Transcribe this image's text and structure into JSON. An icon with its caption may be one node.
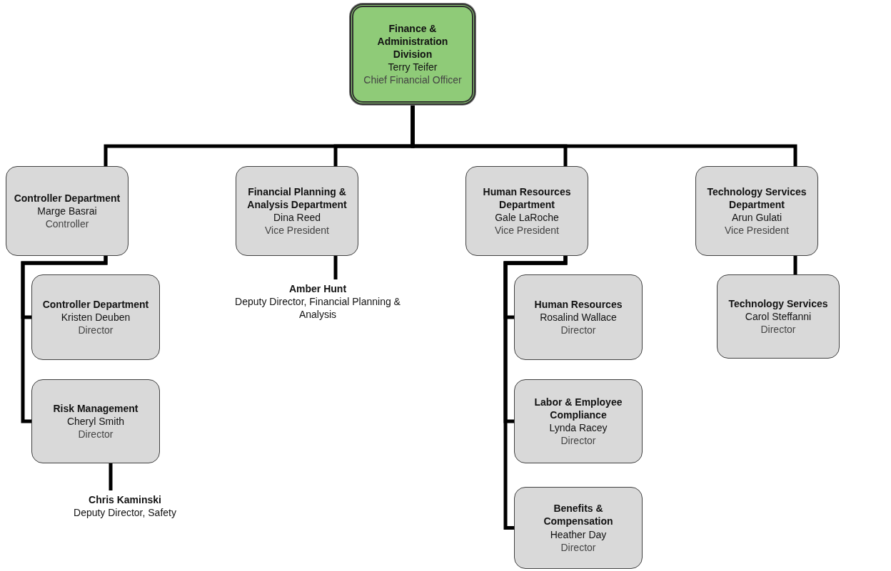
{
  "diagram": {
    "nodes": [
      {
        "text": [
          "Finance & Administration Division",
          "Terry Teifer",
          "Chief Financial Officer"
        ]
      },
      {
        "text": [
          "Controller Department",
          "Marge Basrai",
          "Controller"
        ]
      },
      {
        "text": [
          "Financial Planning & Analysis Department",
          "Dina Reed",
          "Vice President"
        ]
      },
      {
        "text": [
          "Human Resources Department",
          "Gale LaRoche",
          "Vice President"
        ]
      },
      {
        "text": [
          "Technology Services Department",
          "Arun Gulati",
          "Vice President"
        ]
      },
      {
        "text": [
          "Controller Department",
          "Kristen Deuben",
          "Director"
        ]
      },
      {
        "text": [
          "Risk Management",
          "Cheryl Smith",
          "Director"
        ]
      },
      {
        "text": [
          "Chris Kaminski",
          "Deputy Director, Safety"
        ]
      },
      {
        "text": [
          "Amber Hunt",
          "Deputy Director, Financial Planning & Analysis"
        ]
      },
      {
        "text": [
          "Human Resources",
          "Rosalind Wallace",
          "Director"
        ]
      },
      {
        "text": [
          "Labor & Employee Compliance",
          "Lynda Racey",
          "Director"
        ]
      },
      {
        "text": [
          "Benefits & Compensation",
          "Heather Day",
          "Director"
        ]
      },
      {
        "text": [
          "Technology Services",
          "Carol Steffanni",
          "Director"
        ]
      }
    ],
    "edges": [
      {
        "from": 0,
        "to": 1,
        "arrow": "none"
      },
      {
        "from": 0,
        "to": 2,
        "arrow": "none"
      },
      {
        "from": 0,
        "to": 3,
        "arrow": "none"
      },
      {
        "from": 0,
        "to": 4,
        "arrow": "none"
      },
      {
        "from": 1,
        "to": 5,
        "arrow": "none"
      },
      {
        "from": 1,
        "to": 6,
        "arrow": "none"
      },
      {
        "from": 6,
        "to": 7,
        "arrow": "none"
      },
      {
        "from": 2,
        "to": 8,
        "arrow": "none"
      },
      {
        "from": 3,
        "to": 9,
        "arrow": "none"
      },
      {
        "from": 3,
        "to": 10,
        "arrow": "none"
      },
      {
        "from": 3,
        "to": 11,
        "arrow": "none"
      },
      {
        "from": 4,
        "to": 12,
        "arrow": "none"
      }
    ]
  }
}
